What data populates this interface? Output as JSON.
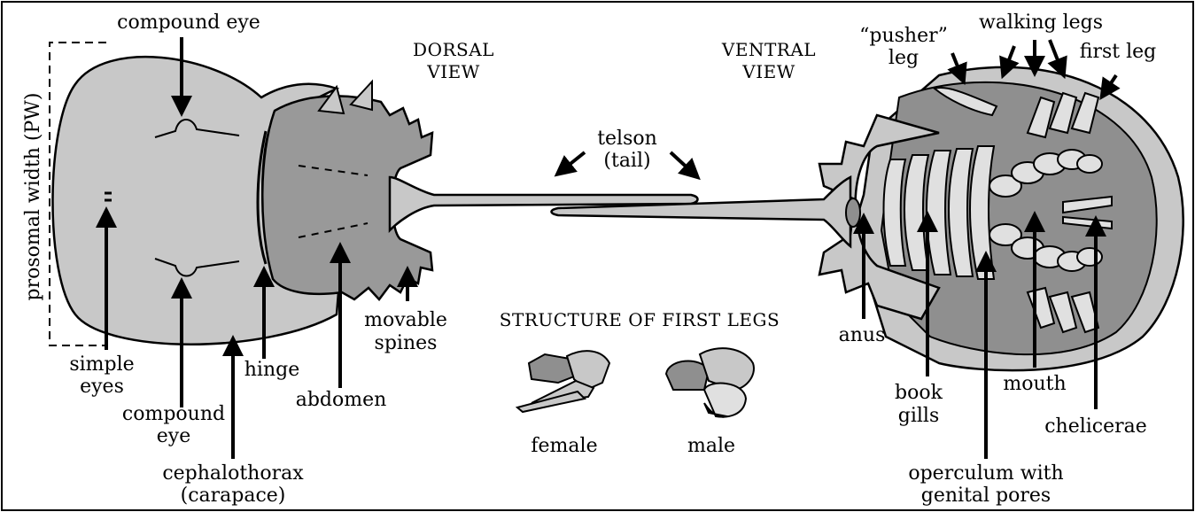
{
  "colors": {
    "light": "#c8c8c8",
    "dark": "#8f8f8f",
    "outline": "#000000",
    "segment": "#e0e0e0"
  },
  "dorsal_view": {
    "line1": "DORSAL",
    "line2": "VIEW"
  },
  "ventral_view": {
    "line1": "VENTRAL",
    "line2": "VIEW"
  },
  "labels": {
    "compound_eye_top": "compound eye",
    "prosomal_width": "prosomal width (PW)",
    "simple_eyes_1": "simple",
    "simple_eyes_2": "eyes",
    "compound_eye_bottom_1": "compound",
    "compound_eye_bottom_2": "eye",
    "cephalothorax_1": "cephalothorax",
    "cephalothorax_2": "(carapace)",
    "hinge": "hinge",
    "abdomen": "abdomen",
    "movable_spines_1": "movable",
    "movable_spines_2": "spines",
    "telson_1": "telson",
    "telson_2": "(tail)",
    "pusher_leg_1": "“pusher”",
    "pusher_leg_2": "leg",
    "walking_legs": "walking legs",
    "first_leg": "first leg",
    "anus": "anus",
    "book_gills_1": "book",
    "book_gills_2": "gills",
    "mouth": "mouth",
    "chelicerae": "chelicerae",
    "operculum_1": "operculum with",
    "operculum_2": "genital pores"
  },
  "first_legs": {
    "title": "STRUCTURE OF FIRST LEGS",
    "female": "female",
    "male": "male"
  }
}
